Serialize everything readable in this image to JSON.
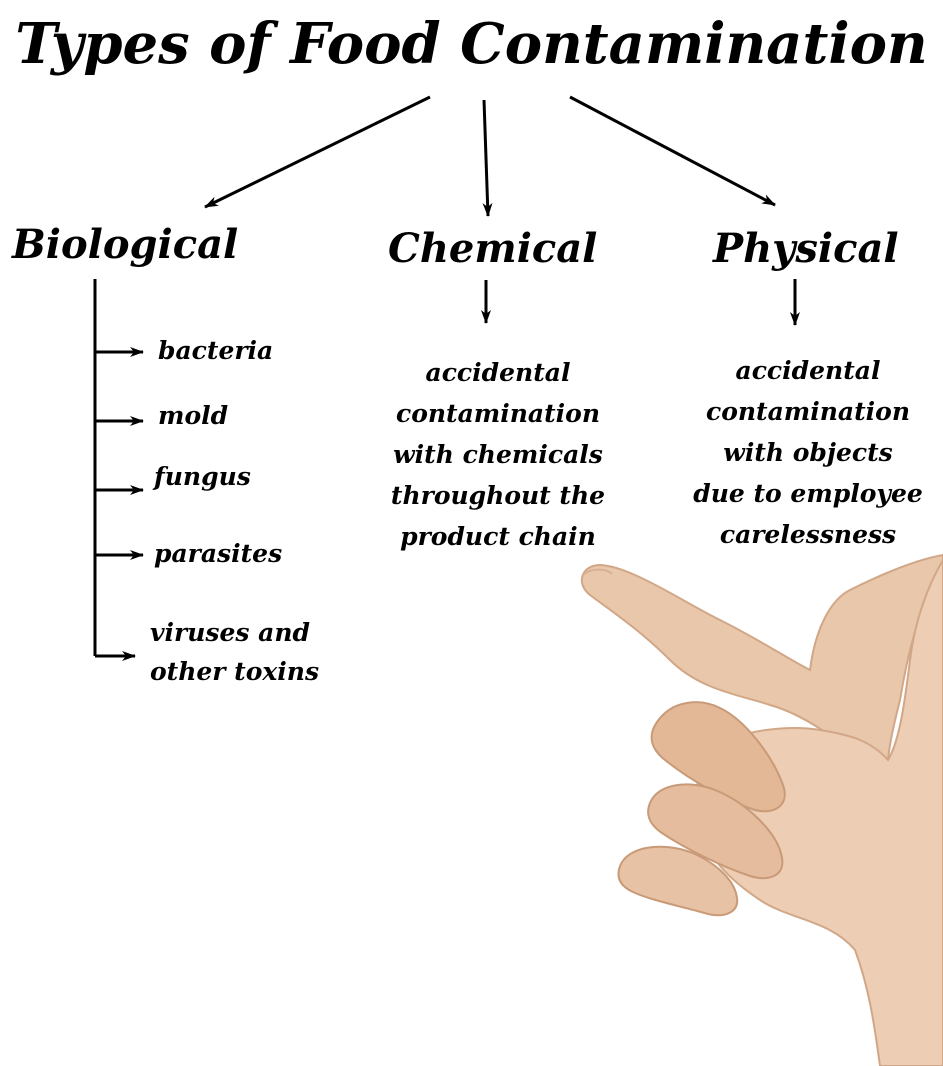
{
  "title": "Types of Food Contamination",
  "categories": {
    "biological": {
      "heading": "Biological",
      "items": [
        "bacteria",
        "mold",
        "fungus",
        "parasites",
        "viruses and",
        "other toxins"
      ]
    },
    "chemical": {
      "heading": "Chemical",
      "description": [
        "accidental",
        "contamination",
        "with chemicals",
        "throughout the",
        "product chain"
      ]
    },
    "physical": {
      "heading": "Physical",
      "description": [
        "accidental",
        "contamination",
        "with objects",
        "due to employee",
        "carelessness"
      ]
    }
  },
  "colors": {
    "text": "#000000",
    "background": "#ffffff",
    "skin": "#e8c4a8"
  },
  "image": "hand-pointing-photo"
}
